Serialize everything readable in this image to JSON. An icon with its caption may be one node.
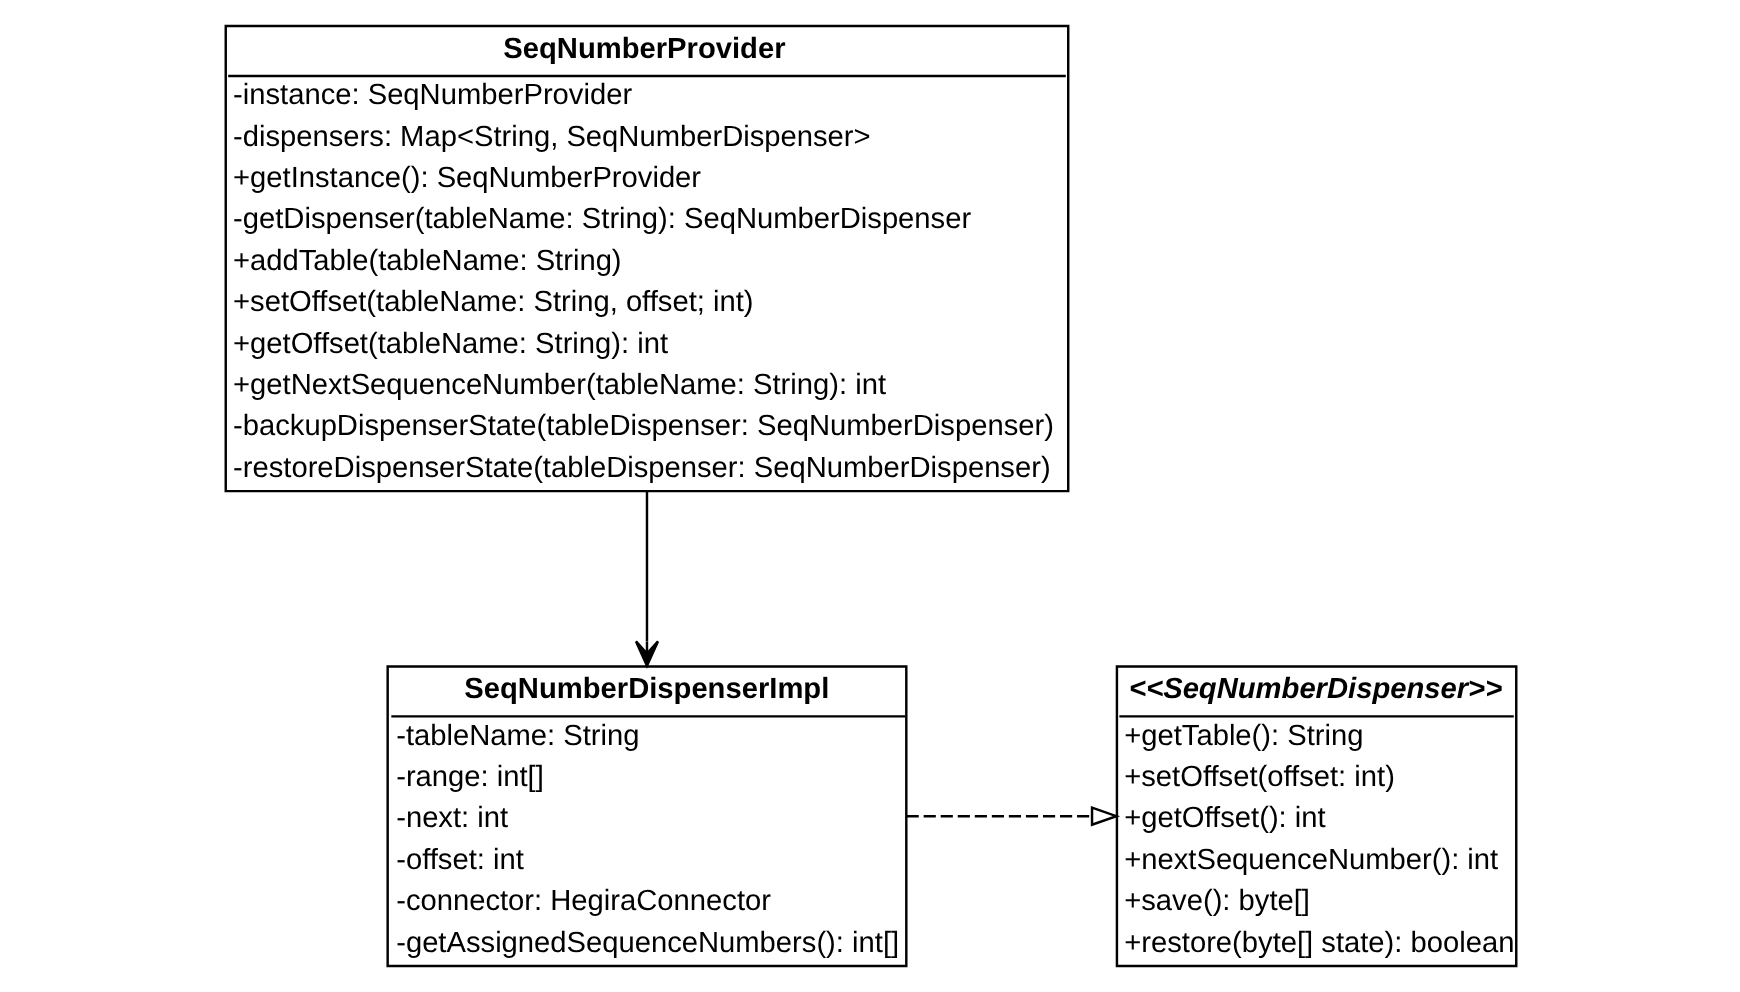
{
  "diagram": {
    "nodes": [
      {
        "text": [
          "SeqNumberProvider",
          "-instance: SeqNumberProvider",
          "-dispensers: Map<String, SeqNumberDispenser>",
          "+getInstance(): SeqNumberProvider",
          "-getDispenser(tableName: String): SeqNumberDispenser",
          "+addTable(tableName: String)",
          "+setOffset(tableName: String, offset; int)",
          "+getOffset(tableName: String): int",
          "+getNextSequenceNumber(tableName: String): int",
          "-backupDispenserState(tableDispenser: SeqNumberDispenser)",
          "-restoreDispenserState(tableDispenser: SeqNumberDispenser)"
        ]
      },
      {
        "text": [
          "SeqNumberDispenserImpl",
          "-tableName: String",
          "-range: int[]",
          "-next: int",
          "-offset: int",
          "-connector: HegiraConnector",
          "-getAssignedSequenceNumbers(): int[]"
        ]
      },
      {
        "text": [
          "<<SeqNumberDispenser>>",
          "+getTable(): String",
          "+setOffset(offset: int)",
          "+getOffset(): int",
          "+nextSequenceNumber(): int",
          "+save(): byte[]",
          "+restore(byte[] state): boolean"
        ]
      }
    ],
    "edges": [
      {
        "from": 0,
        "to": 1,
        "arrow": "to"
      },
      {
        "from": 1,
        "to": 2,
        "arrow": "to",
        "style": "dashed"
      }
    ]
  }
}
